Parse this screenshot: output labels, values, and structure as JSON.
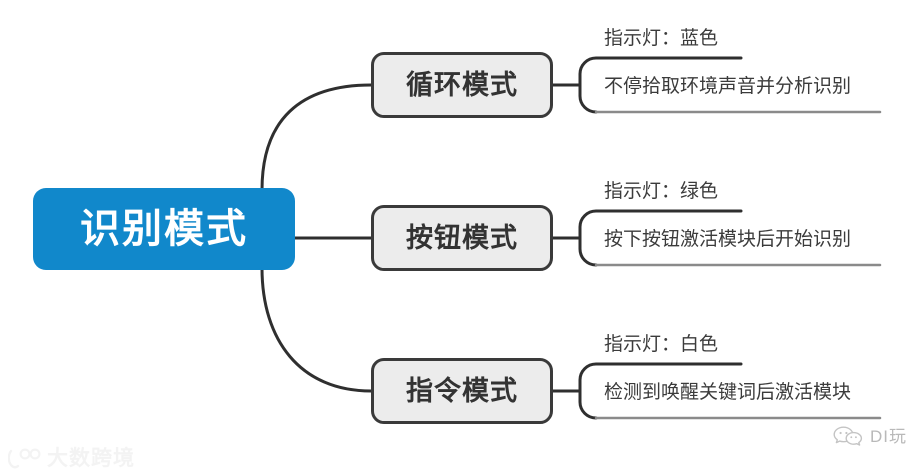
{
  "diagram": {
    "type": "mind-map",
    "title": "识别模式",
    "root": {
      "label": "识别模式",
      "color": "#1188cb",
      "text_color": "#ffffff"
    },
    "branches": [
      {
        "label": "循环模式",
        "indicator": "指示灯：蓝色",
        "description": "不停拾取环境声音并分析识别",
        "box_fill": "#ececec",
        "box_border": "#3a3a3a"
      },
      {
        "label": "按钮模式",
        "indicator": "指示灯：绿色",
        "description": "按下按钮激活模块后开始识别",
        "box_fill": "#ececec",
        "box_border": "#3a3a3a"
      },
      {
        "label": "指令模式",
        "indicator": "指示灯：白色",
        "description": "检测到唤醒关键词后激活模块",
        "box_fill": "#ececec",
        "box_border": "#3a3a3a"
      }
    ]
  },
  "watermarks": {
    "left": {
      "text": "大数跨境",
      "icon": "logo-icon",
      "color": "#f2f2f2"
    },
    "right": {
      "text": "DI玩",
      "icon": "wechat-icon",
      "color": "#b9b9b9"
    }
  }
}
